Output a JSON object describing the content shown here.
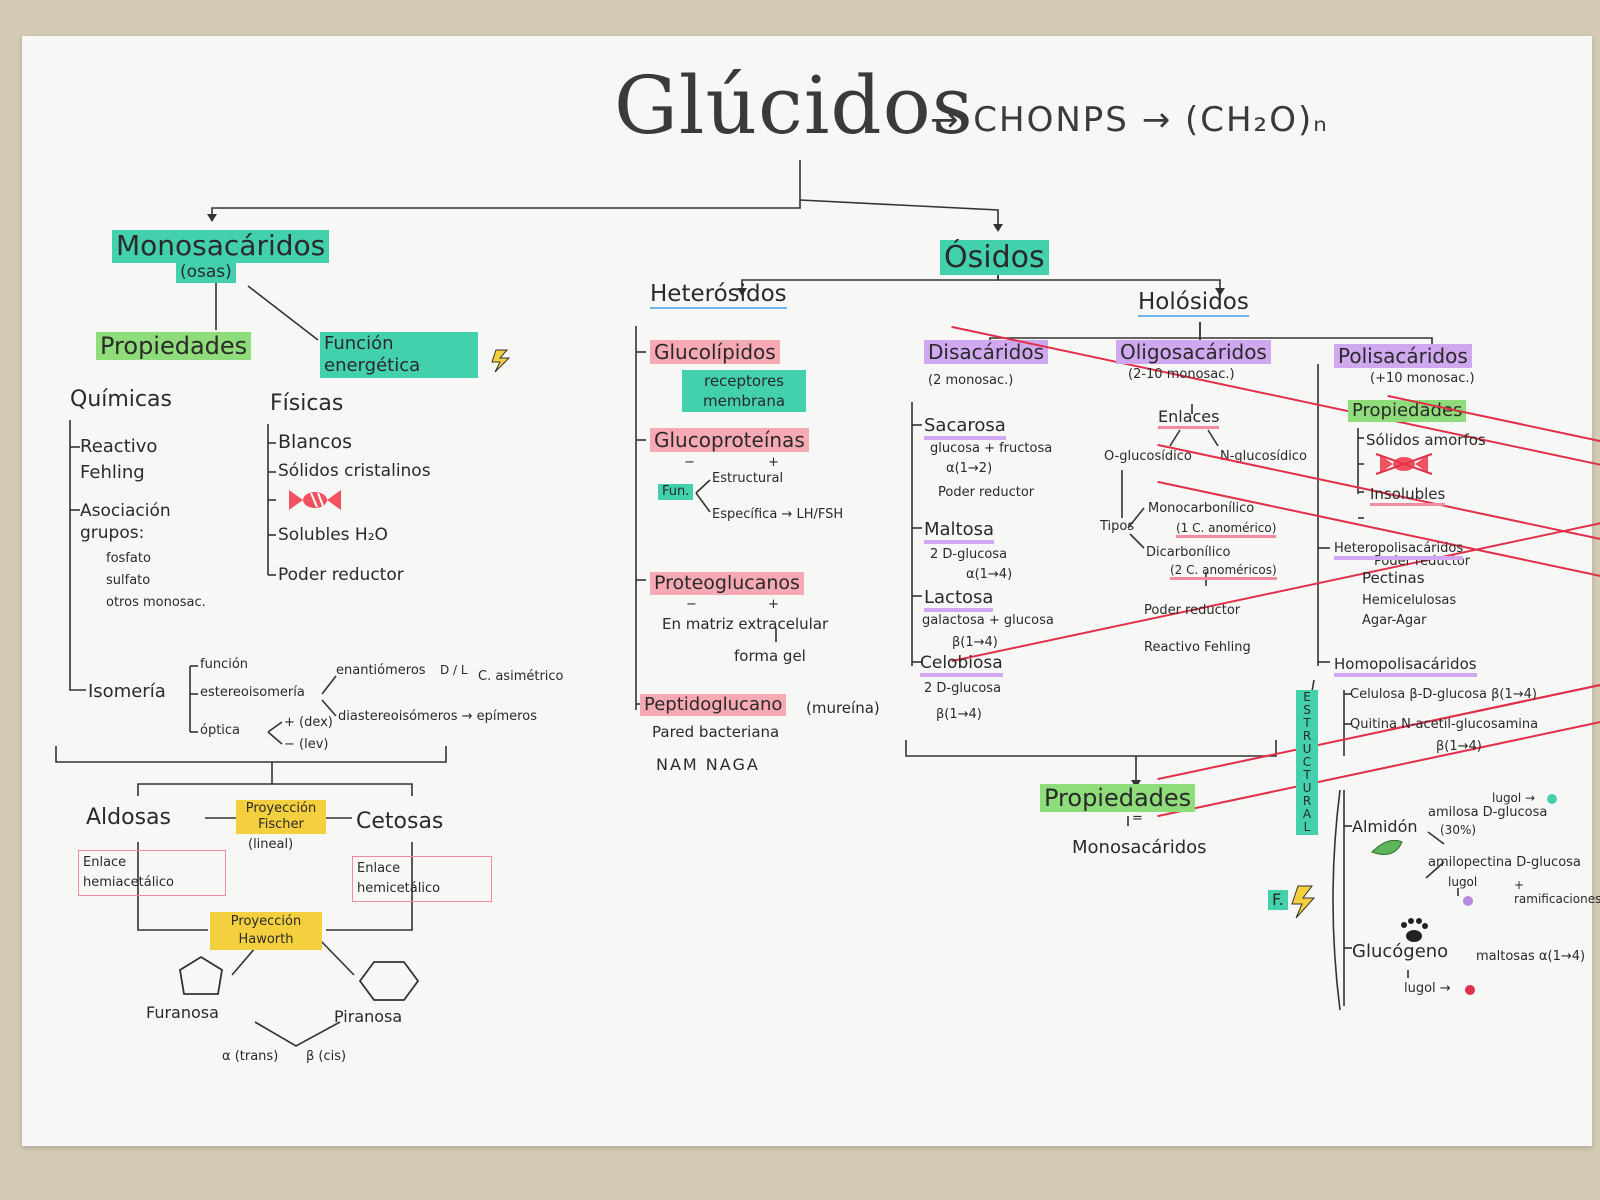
{
  "title": "Glúcidos",
  "title_formula": "→ CHONPS → (CH₂O)ₙ",
  "monosacaridos": {
    "heading": "Monosacáridos",
    "subheading": "(osas)",
    "propiedades": "Propiedades",
    "funcion": "Función energética",
    "quimicas": "Químicas",
    "fisicas": "Físicas",
    "quimicas_items": [
      "Reactivo Fehling",
      "Asociación grupos:"
    ],
    "grupos": [
      "fosfato",
      "sulfato",
      "otros monosac."
    ],
    "fisicas_items": [
      "Blancos",
      "Sólidos cristalinos",
      "Solubles H₂O",
      "Poder reductor"
    ],
    "isomeria": "Isomería",
    "isomeria_items": [
      "función",
      "estereoisomería",
      "óptica"
    ],
    "enantiomeros": "enantiómeros",
    "dl": "D / L",
    "c_asimetrico": "C. asimétrico",
    "diastereo": "diastereoisómeros → epímeros",
    "dex": "+ (dex)",
    "lev": "− (lev)",
    "aldosas": "Aldosas",
    "cetosas": "Cetosas",
    "fischer": "Proyección Fischer",
    "lineal": "(lineal)",
    "enlace_hemiacetalico": "Enlace hemiacetálico",
    "enlace_hemicetalico": "Enlace hemicetálico",
    "haworth": "Proyección Haworth",
    "furanosa": "Furanosa",
    "piranosa": "Piranosa",
    "alfa": "α (trans)",
    "beta": "β (cis)"
  },
  "osidos": {
    "heading": "Ósidos",
    "heterosidos": "Heterósidos",
    "holosidos": "Holósidos",
    "glucolipidos": "Glucolípidos",
    "receptores": "receptores membrana",
    "glucoproteinas": "Glucoproteínas",
    "fun": "Fun.",
    "estructural": "Estructural",
    "especifica": "Específica → LH/FSH",
    "minus": "−",
    "plus": "+",
    "proteoglucanos": "Proteoglucanos",
    "matriz": "En matriz extracelular",
    "forma_gel": "forma gel",
    "peptidoglucano": "Peptidoglucano",
    "mureina": "(mureína)",
    "pared": "Pared bacteriana",
    "nam": "NAM NAGA"
  },
  "disacaridos": {
    "heading": "Disacáridos",
    "sub": "(2 monosac.)",
    "items": [
      {
        "name": "Sacarosa",
        "line1": "glucosa + fructosa",
        "line2": "α(1→2)",
        "line3": "Poder reductor"
      },
      {
        "name": "Maltosa",
        "line1": "2 D-glucosa",
        "line2": "α(1→4)"
      },
      {
        "name": "Lactosa",
        "line1": "galactosa + glucosa",
        "line2": "β(1→4)"
      },
      {
        "name": "Celobiosa",
        "line1": "2 D-glucosa",
        "line2": "β(1→4)"
      }
    ]
  },
  "oligosacaridos": {
    "heading": "Oligosacáridos",
    "sub": "(2-10 monosac.)",
    "enlaces": "Enlaces",
    "o_glucosidico": "O-glucosídico",
    "n_glucosidico": "N-glucosídico",
    "tipos": "Tipos",
    "monocarbonilico": "Monocarbonílico",
    "mono_sub": "(1 C. anomérico)",
    "dicarbonilico": "Dicarbonílico",
    "di_sub": "(2 C. anoméricos)",
    "poder_reductor": "Poder reductor",
    "reactivo_fehling": "Reactivo Fehling"
  },
  "propiedades2": {
    "heading": "Propiedades",
    "sub": "Monosacáridos",
    "eq": "="
  },
  "polisacaridos": {
    "heading": "Polisacáridos",
    "sub": "(+10 monosac.)",
    "propiedades": "Propiedades",
    "props": [
      "Sólidos amorfos",
      "Insolubles",
      "Poder reductor"
    ],
    "heteropolisacaridos": "Heteropolisacáridos",
    "hetero_items": [
      "Pectinas",
      "Hemicelulosas",
      "Agar-Agar"
    ],
    "homopolisacaridos": "Homopolisacáridos",
    "estructural": "ESTRUCTURAL",
    "celulosa": "Celulosa β-D-glucosa β(1→4)",
    "quitina": "Quitina N-acetil-glucosamina",
    "quitina_bond": "β(1→4)",
    "f": "F.",
    "almidon": "Almidón",
    "amilosa": "amilosa D-glucosa",
    "amilosa_pct": "(30%)",
    "lugol1": "lugol →",
    "amilopectina": "amilopectina D-glucosa",
    "ramificaciones": "+ ramificaciones",
    "lugol2": "lugol",
    "glucogeno": "Glucógeno",
    "maltosas": "maltosas α(1→4)",
    "lugol3": "lugol →"
  },
  "colors": {
    "teal": "#43d0ad",
    "green": "#8fdc7a",
    "pink": "#f7a9b4",
    "violet": "#d0a8f0",
    "yellow": "#f4d03f",
    "red": "#e0304a",
    "blue": "#6db6e8"
  },
  "icons": [
    "lightning-icon",
    "candy-icon",
    "pentagon-icon",
    "hexagon-icon",
    "leaf-icon",
    "paw-icon",
    "red-dot-icon",
    "teal-dot-icon",
    "violet-dot-icon"
  ]
}
